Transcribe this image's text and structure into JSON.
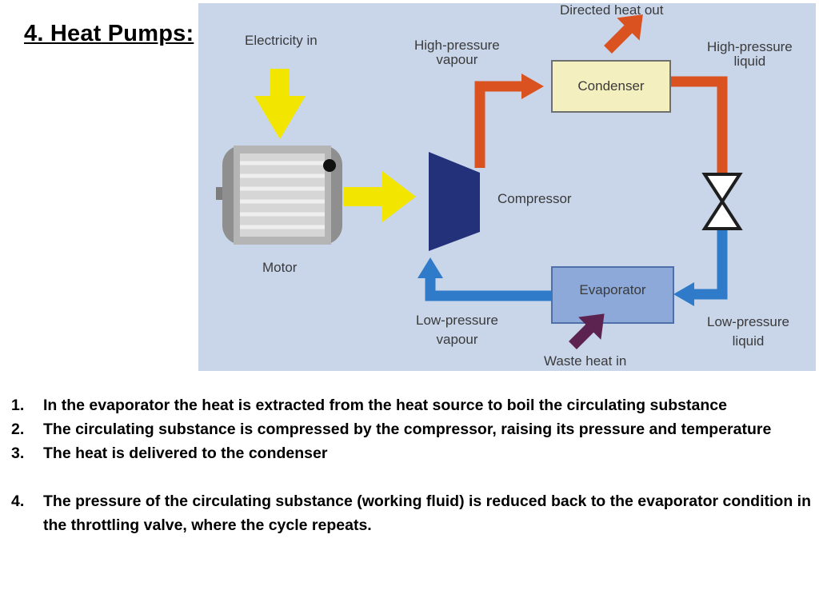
{
  "slide": {
    "title": "4. Heat Pumps:"
  },
  "diagram": {
    "labels": {
      "electricity_in": "Electricity in",
      "directed_heat_out": "Directed heat out",
      "high_pressure_vapour_1": "High-pressure",
      "high_pressure_vapour_2": "vapour",
      "high_pressure_liquid_1": "High-pressure",
      "high_pressure_liquid_2": "liquid",
      "condenser": "Condenser",
      "compressor": "Compressor",
      "motor": "Motor",
      "evaporator": "Evaporator",
      "low_pressure_vapour_1": "Low-pressure",
      "low_pressure_vapour_2": "vapour",
      "low_pressure_liquid_1": "Low-pressure",
      "low_pressure_liquid_2": "liquid",
      "waste_heat_in": "Waste heat in"
    },
    "colors": {
      "background": "#c9d6ea",
      "hot_pipe": "#d9521f",
      "cold_pipe": "#2f7ac9",
      "electricity_arrow": "#f2e600",
      "waste_heat_arrow": "#5c2350",
      "condenser_fill": "#f3efbe",
      "evaporator_fill": "#8ca9d9",
      "compressor_fill": "#23307a"
    }
  },
  "steps": [
    {
      "num": "1.",
      "text": "In the evaporator the heat is extracted from the heat source to boil the circulating substance"
    },
    {
      "num": "2.",
      "text": "The circulating substance is compressed by the compressor, raising its pressure and temperature"
    },
    {
      "num": "3.",
      "text": "The heat is delivered to the condenser"
    },
    {
      "num": "4.",
      "text": "The pressure of the circulating substance (working fluid) is reduced back to the evaporator condition in the throttling valve, where the cycle repeats."
    }
  ]
}
